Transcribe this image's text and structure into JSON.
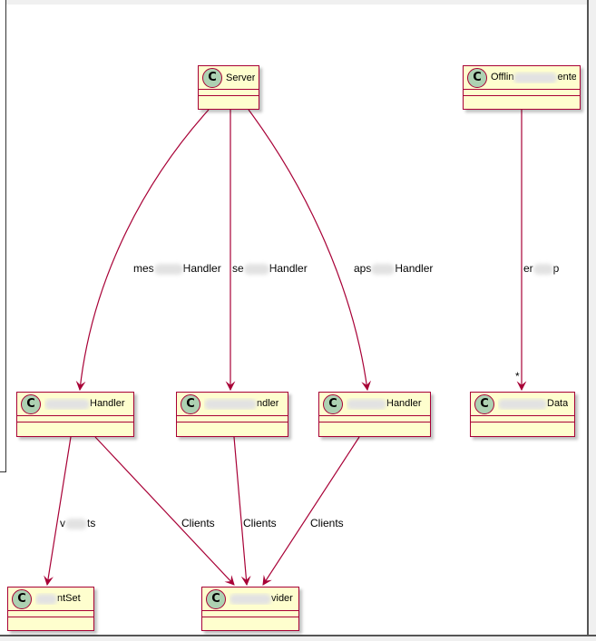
{
  "colors": {
    "class_fill": "#fefece",
    "class_border": "#a80036",
    "icon_fill": "#add1b2",
    "edge": "#a80036"
  },
  "classes": {
    "server": {
      "icon": "C",
      "name_pre": "Server",
      "name_post": ""
    },
    "offline": {
      "icon": "C",
      "name_pre": "Offlin",
      "name_post": "enter"
    },
    "handler_a": {
      "icon": "C",
      "name_pre": "",
      "name_post": "Handler"
    },
    "handler_b": {
      "icon": "C",
      "name_pre": "",
      "name_post": "ndler"
    },
    "handler_c": {
      "icon": "C",
      "name_pre": "",
      "name_post": "Handler"
    },
    "data": {
      "icon": "C",
      "name_pre": "",
      "name_post": "Data"
    },
    "set": {
      "icon": "C",
      "name_pre": "",
      "name_post": "ntSet"
    },
    "provider": {
      "icon": "C",
      "name_pre": "",
      "name_post": "vider"
    }
  },
  "edges": {
    "server_a": {
      "pre": "mes",
      "post": "Handler"
    },
    "server_b": {
      "pre": "se",
      "post": "Handler"
    },
    "server_c": {
      "pre": "aps",
      "post": "Handler"
    },
    "offline_data": {
      "pre": "er",
      "post": "p",
      "multiplicity": "*"
    },
    "a_set": {
      "pre": "v",
      "post": "ts"
    },
    "a_provider": {
      "text": "Clients"
    },
    "b_provider": {
      "text": "Clients"
    },
    "c_provider": {
      "text": "Clients"
    }
  }
}
